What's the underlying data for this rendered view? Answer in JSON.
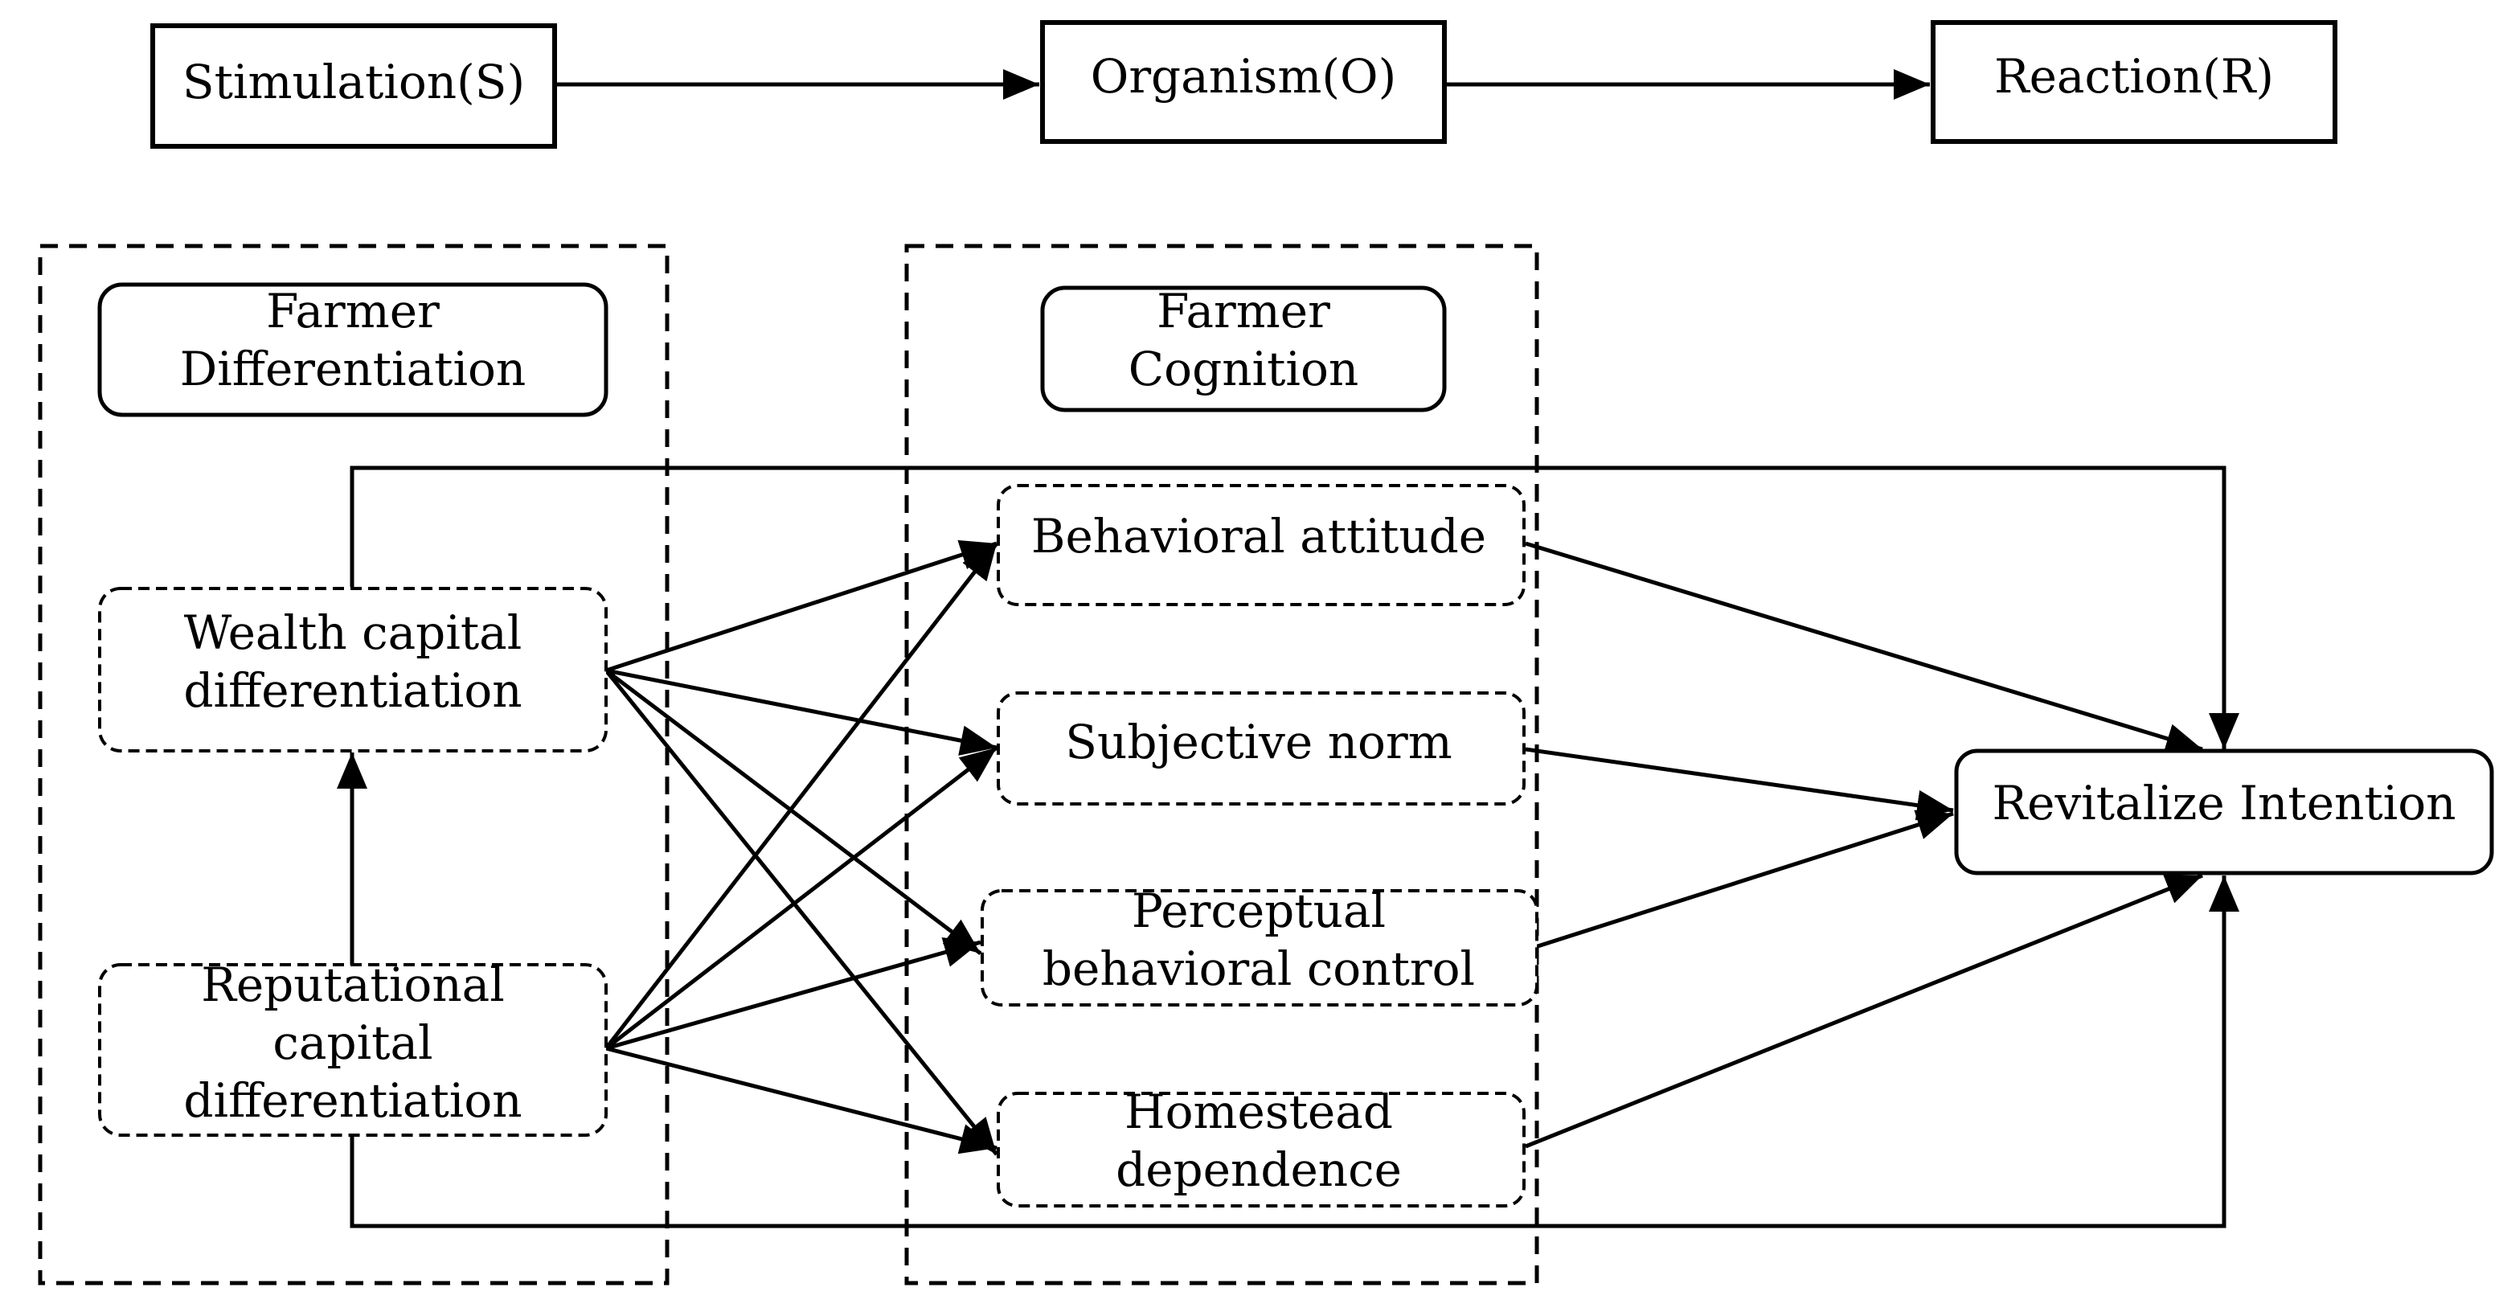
{
  "header": {
    "stimulus": "Stimulation(S)",
    "organism": "Organism(O)",
    "reaction": "Reaction(R)"
  },
  "groups": {
    "differentiation": {
      "title_line1": "Farmer",
      "title_line2": "Differentiation"
    },
    "cognition": {
      "title_line1": "Farmer",
      "title_line2": "Cognition"
    }
  },
  "nodes": {
    "wealth": {
      "line1": "Wealth capital",
      "line2": "differentiation"
    },
    "reputational": {
      "line1": "Reputational",
      "line2": "capital",
      "line3": "differentiation"
    },
    "attitude": {
      "line1": "Behavioral attitude"
    },
    "norm": {
      "line1": "Subjective norm"
    },
    "control": {
      "line1": "Perceptual",
      "line2": "behavioral control"
    },
    "dependence": {
      "line1": "Homestead",
      "line2": "dependence"
    },
    "intention": {
      "line1": "Revitalize Intention"
    }
  }
}
